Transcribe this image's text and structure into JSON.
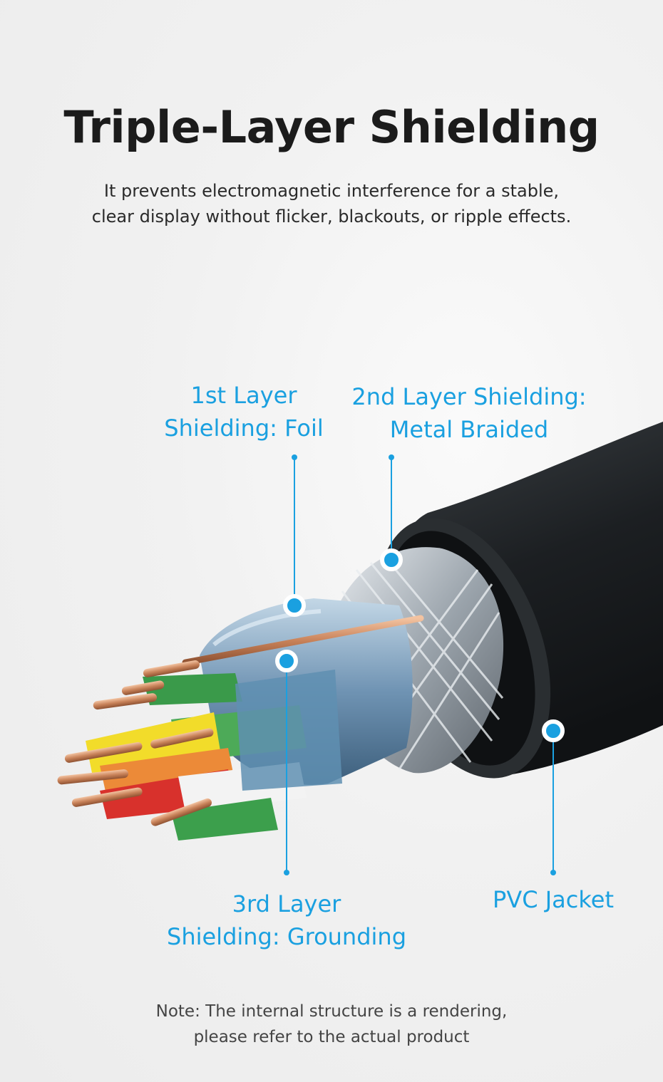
{
  "header": {
    "title": "Triple-Layer Shielding",
    "subtitle_lines": [
      "It prevents electromagnetic interference for a stable,",
      "clear display without flicker, blackouts, or ripple effects."
    ]
  },
  "callouts": {
    "foil": [
      "1st Layer",
      "Shielding: Foil"
    ],
    "braided": [
      "2nd Layer Shielding:",
      "Metal Braided"
    ],
    "grounding": [
      "3rd Layer",
      "Shielding: Grounding"
    ],
    "jacket": [
      "PVC Jacket"
    ]
  },
  "note_lines": [
    "Note: The internal structure is a rendering,",
    "please refer to the actual product"
  ],
  "colors": {
    "accent": "#1aa0e0",
    "jacket": "#1f2326",
    "copper": "#d08a5e",
    "braid": "#b9c1c8",
    "foil": "#7fa6c4"
  }
}
